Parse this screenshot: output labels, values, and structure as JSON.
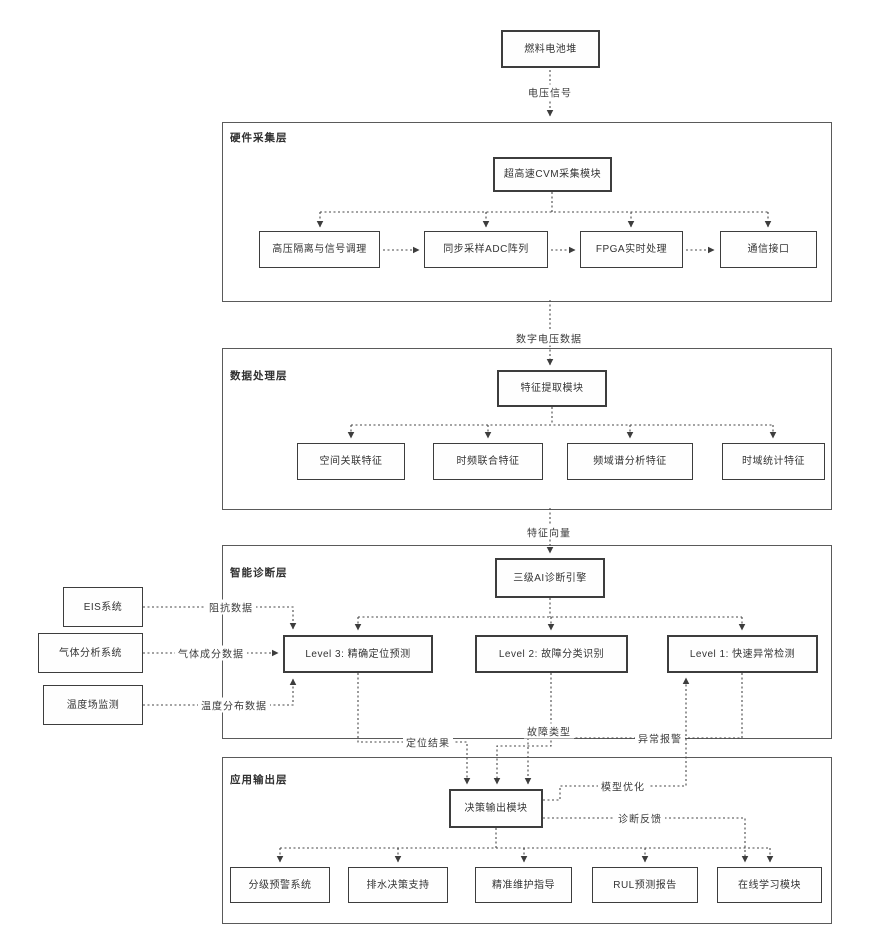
{
  "diagram": {
    "source_node": "燃料电池堆",
    "layers": {
      "hardware": {
        "title": "硬件采集层",
        "main": "超高速CVM采集模块",
        "children": [
          "高压隔离与信号调理",
          "同步采样ADC阵列",
          "FPGA实时处理",
          "通信接口"
        ]
      },
      "processing": {
        "title": "数据处理层",
        "main": "特征提取模块",
        "children": [
          "空间关联特征",
          "时频联合特征",
          "频域谱分析特征",
          "时域统计特征"
        ]
      },
      "diagnosis": {
        "title": "智能诊断层",
        "main": "三级AI诊断引擎",
        "children": [
          "Level 3: 精确定位预测",
          "Level 2: 故障分类识别",
          "Level 1: 快速异常检测"
        ]
      },
      "output": {
        "title": "应用输出层",
        "main": "决策输出模块",
        "children": [
          "分级预警系统",
          "排水决策支持",
          "精准维护指导",
          "RUL预测报告",
          "在线学习模块"
        ]
      }
    },
    "external_nodes": [
      "EIS系统",
      "气体分析系统",
      "温度场监测"
    ],
    "edge_labels": {
      "voltage_signal": "电压信号",
      "digital_voltage_data": "数字电压数据",
      "feature_vector": "特征向量",
      "impedance_data": "阻抗数据",
      "gas_composition_data": "气体成分数据",
      "temperature_distribution_data": "温度分布数据",
      "localization_result": "定位结果",
      "fault_type": "故障类型",
      "anomaly_alarm": "异常报警",
      "model_optimization": "模型优化",
      "diagnosis_feedback": "诊断反馈"
    },
    "line_color": "#444444",
    "border_color": "#3d3d3d"
  }
}
